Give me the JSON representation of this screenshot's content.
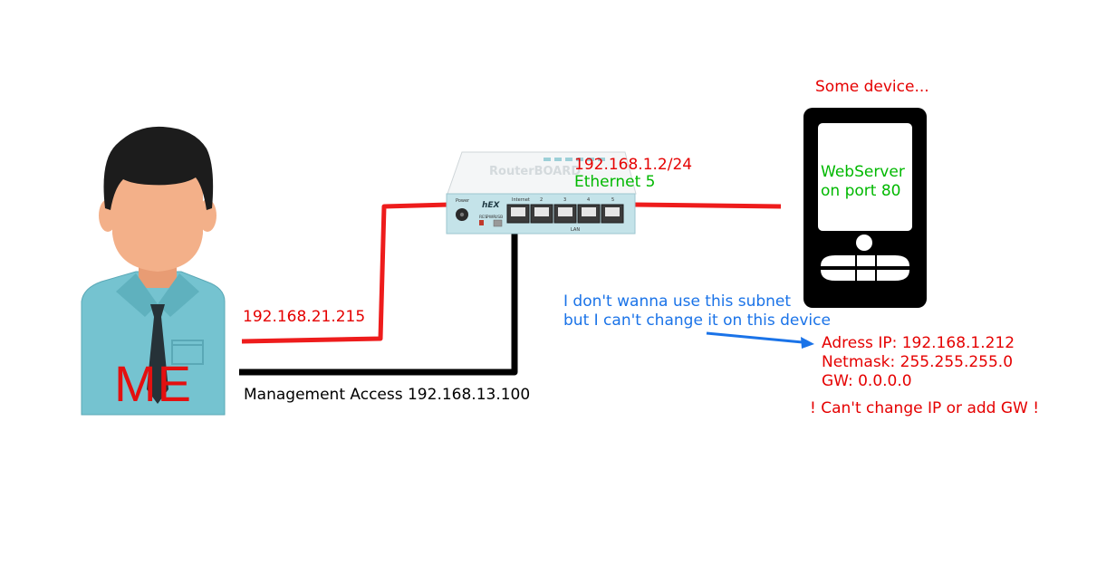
{
  "labels": {
    "me": "ME",
    "me_ip": "192.168.21.215",
    "management": "Management Access 192.168.13.100",
    "router_ip": "192.168.1.2/24",
    "router_port": "Ethernet 5",
    "device_title": "Some device...",
    "webserver_line1": "WebServer",
    "webserver_line2": "on port 80",
    "note_line1": "I don't wanna use this subnet",
    "note_line2": "but I can't change it on this device",
    "device_ip": "Adress IP: 192.168.1.212",
    "device_netmask": "Netmask: 255.255.255.0",
    "device_gw": "GW: 0.0.0.0",
    "warning": "! Can't change IP or add GW !"
  },
  "router": {
    "model": "hEX",
    "brand": "RouterBOARD",
    "power_label": "Power",
    "reset_label": "RES",
    "pwr_label": "PWR",
    "usb_label": "USB",
    "internet_label": "Internet",
    "lan_label": "LAN",
    "port_numbers": [
      "2",
      "3",
      "4",
      "5"
    ]
  },
  "colors": {
    "link_red": "#ee1c1c",
    "link_black": "#000000",
    "arrow_blue": "#1a73e8",
    "person_skin": "#f3b089",
    "person_shirt": "#75c3d0",
    "person_hair": "#1c1c1c",
    "device_body": "#000000",
    "device_screen": "#ffffff"
  }
}
